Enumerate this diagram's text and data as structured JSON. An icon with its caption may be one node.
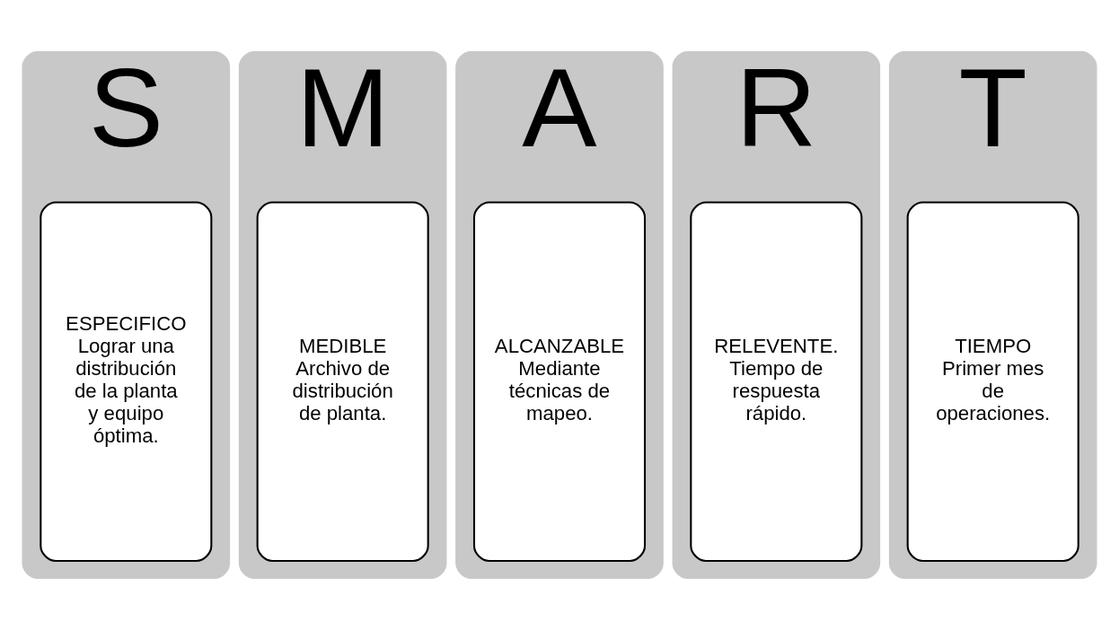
{
  "diagram": {
    "nodes": [
      {
        "text": [
          "S"
        ]
      },
      {
        "text": [
          "ESPECIFICO",
          "Lograr una distribución de la planta y equipo óptima."
        ],
        "in": 0
      },
      {
        "text": [
          "M"
        ]
      },
      {
        "text": [
          "MEDIBLE",
          "Archivo de distribución de planta."
        ],
        "in": 2
      },
      {
        "text": [
          "A"
        ]
      },
      {
        "text": [
          "ALCANZABLE",
          "Mediante técnicas de mapeo."
        ],
        "in": 4
      },
      {
        "text": [
          "R"
        ]
      },
      {
        "text": [
          "RELEVENTE.",
          "Tiempo de respuesta rápido."
        ],
        "in": 6
      },
      {
        "text": [
          "T"
        ]
      },
      {
        "text": [
          "TIEMPO",
          "Primer mes de operaciones."
        ],
        "in": 8
      }
    ],
    "edges": []
  }
}
